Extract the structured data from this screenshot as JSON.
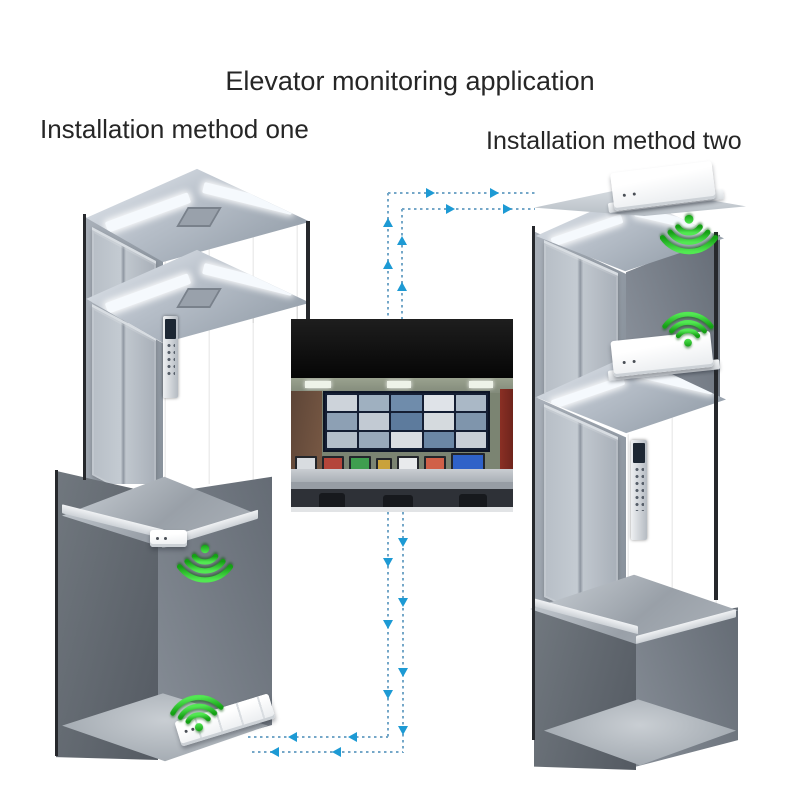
{
  "title": "Elevator monitoring application",
  "labels": {
    "method_one": "Installation method one",
    "method_two": "Installation method two"
  },
  "colors": {
    "background": "#ffffff",
    "text": "#262626",
    "wifi_green_light": "#52e852",
    "wifi_green_dark": "#14a014",
    "dash_blue": "#74a7c8",
    "arrow_blue": "#1d9ad4"
  },
  "monitor": {
    "wall_tiles": [
      "#cdd3da",
      "#9fb0c0",
      "#6f8cab",
      "#dfe3e8",
      "#aab8c6",
      "#8da0b4",
      "#c2cad3",
      "#5d7b9d",
      "#d5dade",
      "#7f95ac",
      "#b4bfca",
      "#98a9bb",
      "#d9dde1",
      "#6b87a5",
      "#c8cfd7"
    ],
    "desk_screens": [
      "#d8dce0",
      "#b4453a",
      "#3f9e4f",
      "#c9a23a",
      "#e8eaec",
      "#d06048",
      "#2f62c8"
    ]
  }
}
